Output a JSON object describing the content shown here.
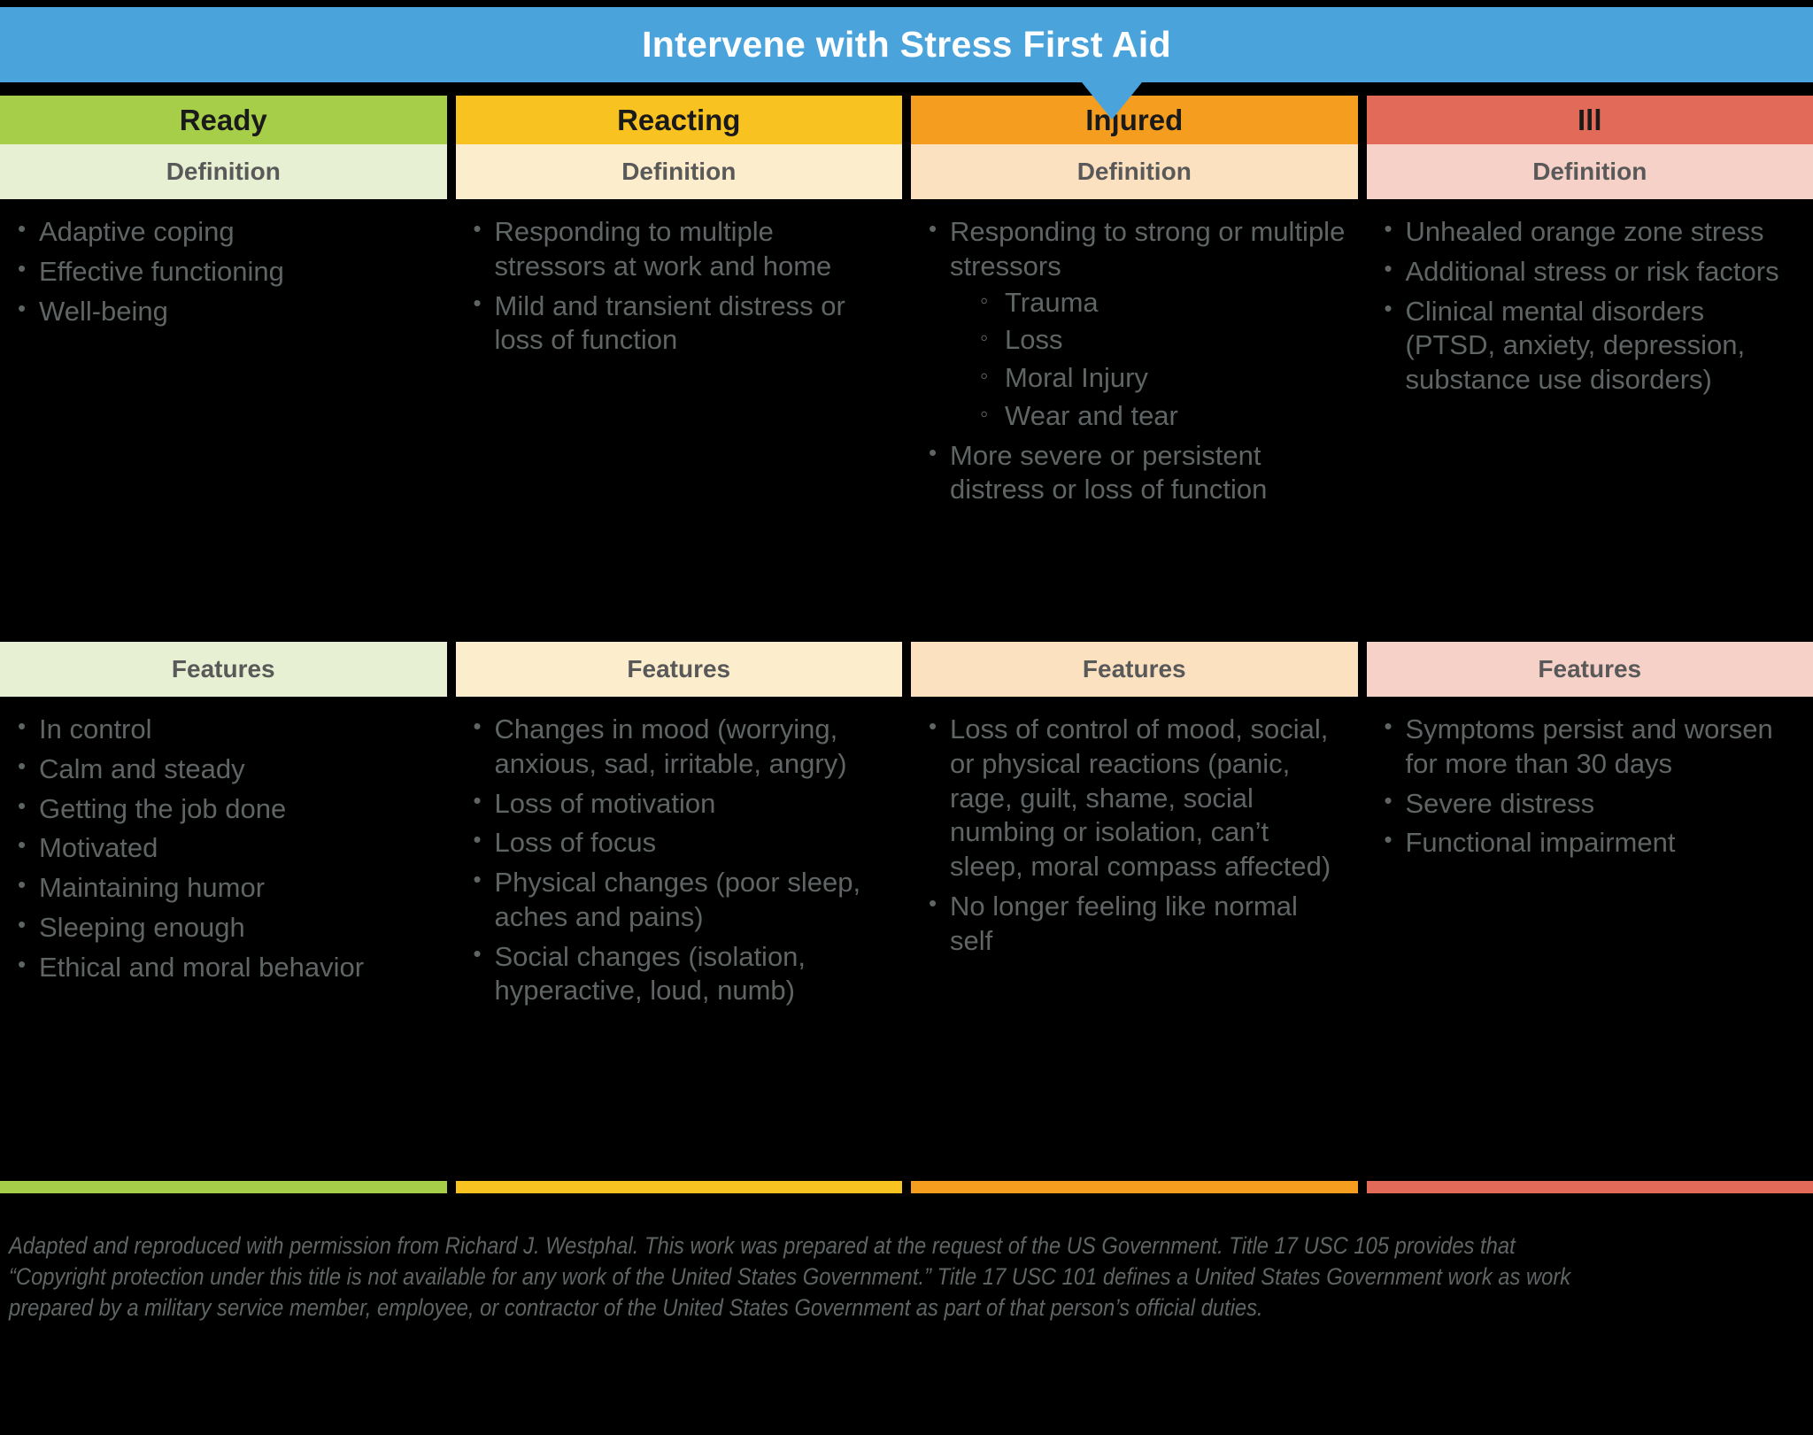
{
  "banner": {
    "title": "Intervene with Stress First Aid",
    "bg_color": "#4BA3DB",
    "pointer_target": "Injured"
  },
  "section_labels": {
    "definition": "Definition",
    "features": "Features"
  },
  "columns": [
    {
      "name": "Ready",
      "header_color": "#A6CE48",
      "tint_color": "#E8F0D4",
      "strip_color": "#A6CE48",
      "definition_label": "Definition",
      "definition": [
        {
          "text": "Adaptive coping"
        },
        {
          "text": "Effective functioning"
        },
        {
          "text": "Well-being"
        }
      ],
      "features_label": "Features",
      "features": [
        {
          "text": "In control"
        },
        {
          "text": "Calm and steady"
        },
        {
          "text": "Getting the job done"
        },
        {
          "text": "Motivated"
        },
        {
          "text": "Maintaining humor"
        },
        {
          "text": "Sleeping enough"
        },
        {
          "text": "Ethical and moral behavior"
        }
      ]
    },
    {
      "name": "Reacting",
      "header_color": "#F8C220",
      "tint_color": "#FCEDCC",
      "strip_color": "#F8C220",
      "definition_label": "Definition",
      "definition": [
        {
          "text": "Responding to multiple stressors at work and home"
        },
        {
          "text": "Mild and transient distress or loss of function"
        }
      ],
      "features_label": "Features",
      "features": [
        {
          "text": "Changes in mood (worrying, anxious, sad, irritable, angry)"
        },
        {
          "text": "Loss of motivation"
        },
        {
          "text": "Loss of focus"
        },
        {
          "text": "Physical changes (poor sleep, aches and pains)"
        },
        {
          "text": "Social changes (isolation, hyperactive, loud, numb)"
        }
      ]
    },
    {
      "name": "Injured",
      "header_color": "#F59D1E",
      "tint_color": "#FBE1C0",
      "strip_color": "#F59D1E",
      "definition_label": "Definition",
      "definition": [
        {
          "text": "Responding to strong or multiple stressors",
          "sub": [
            "Trauma",
            "Loss",
            "Moral Injury",
            "Wear and tear"
          ]
        },
        {
          "text": "More severe or persistent distress or loss of function"
        }
      ],
      "features_label": "Features",
      "features": [
        {
          "text": "Loss of control of mood, social, or physical reactions (panic, rage, guilt, shame, social numbing or isolation, can’t sleep, moral compass affected)"
        },
        {
          "text": "No longer feeling like normal self"
        }
      ]
    },
    {
      "name": "Ill",
      "header_color": "#E26A58",
      "tint_color": "#F6D1C7",
      "strip_color": "#E26A58",
      "definition_label": "Definition",
      "definition": [
        {
          "text": "Unhealed orange zone stress"
        },
        {
          "text": "Additional stress or risk factors"
        },
        {
          "text": "Clinical mental disorders (PTSD, anxiety, depression, substance use disorders)"
        }
      ],
      "features_label": "Features",
      "features": [
        {
          "text": "Symptoms persist and worsen for more than 30 days"
        },
        {
          "text": "Severe distress"
        },
        {
          "text": "Functional impairment"
        }
      ]
    }
  ],
  "footnote": {
    "text": "Adapted and reproduced with permission from Richard J. Westphal. This work was prepared at the request of the US Government. Title 17 USC 105 provides that “Copyright protection under this title is not available for any work of the United States Government.” Title 17 USC 101 defines a United States Government work as work prepared by a military service member, employee, or contractor of the United States Government as part of that person’s official duties."
  }
}
